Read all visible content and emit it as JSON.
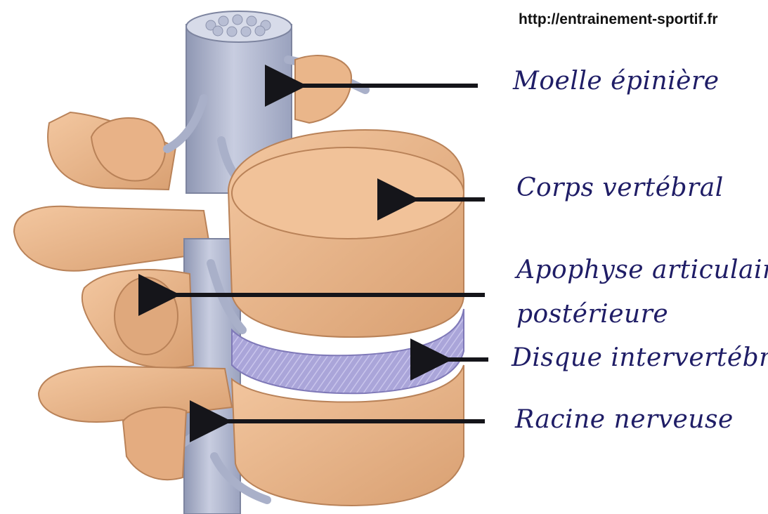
{
  "source_url": "http://entrainement-sportif.fr",
  "labels": {
    "moelle": "Moelle épinière",
    "corps": "Corps vertébral",
    "apophyse_line1": "Apophyse articulaire",
    "apophyse_line2": "postérieure",
    "disque": "Disque intervertébral",
    "racine": "Racine nerveuse"
  },
  "colors": {
    "bone": "#e8b58c",
    "bone_shadow": "#c98d63",
    "spinal_cord": "#b7bed6",
    "disc": "#a9a4d8",
    "label_ink": "#1f1d66",
    "arrow": "#15151a"
  }
}
